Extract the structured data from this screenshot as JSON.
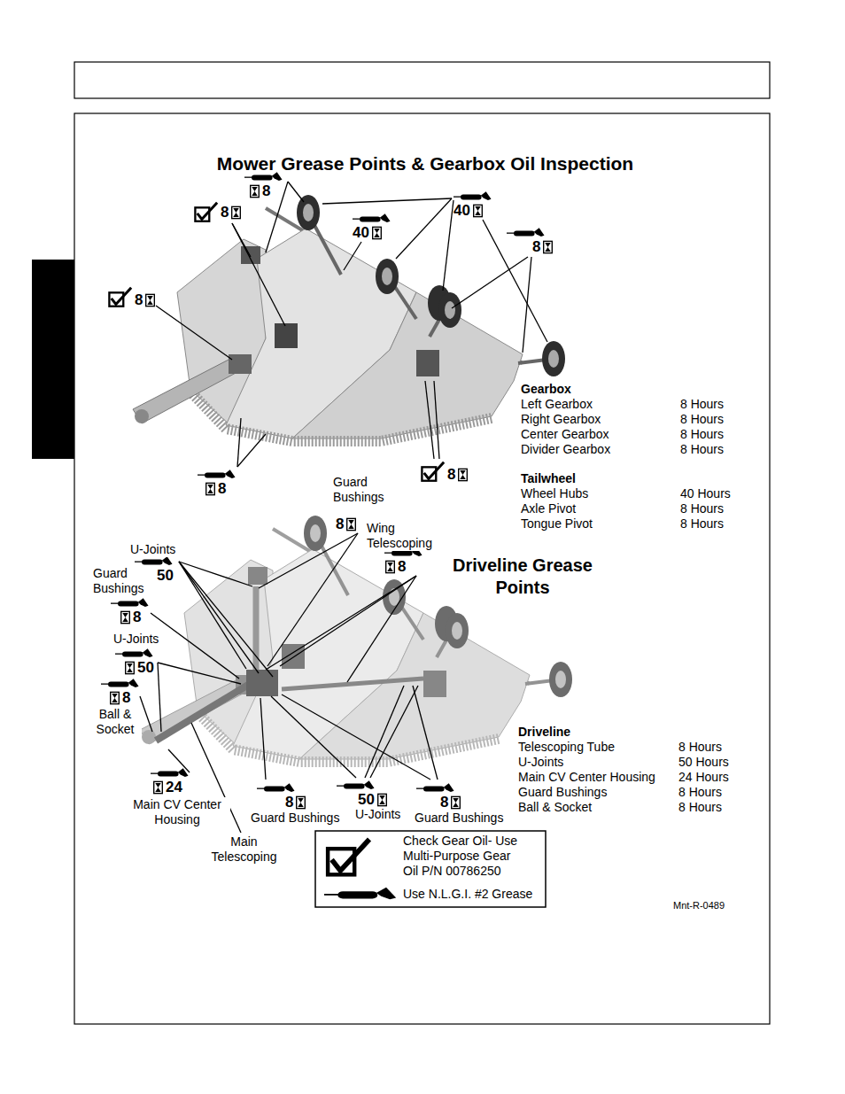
{
  "diagram": {
    "title": "Mower Grease Points & Gearbox Oil Inspection",
    "labels": [
      "8",
      "8",
      "40",
      "40",
      "8",
      "8",
      "8",
      "8",
      "Gearbox",
      "Left Gearbox",
      "8 Hours",
      "Right Gearbox",
      "8 Hours",
      "Center Gearbox",
      "8 Hours",
      "Divider Gearbox",
      "8 Hours",
      "Tailwheel",
      "Wheel Hubs",
      "40 Hours",
      "Axle Pivot",
      "8 Hours",
      "Tongue Pivot",
      "8 Hours",
      "Driveline Grease Points",
      "Guard Bushings",
      "8",
      "Wing Telescoping",
      "8",
      "U-Joints",
      "50",
      "Guard Bushings",
      "8",
      "U-Joints",
      "50",
      "8",
      "Ball & Socket",
      "24",
      "Main CV Center Housing",
      "Main Telescoping",
      "8",
      "Guard Bushings",
      "50",
      "U-Joints",
      "8",
      "Guard Bushings",
      "Driveline",
      "Telescoping Tube",
      "8 Hours",
      "U-Joints",
      "50 Hours",
      "Main CV Center Housing",
      "24 Hours",
      "Guard Bushings",
      "8 Hours",
      "Ball & Socket",
      "8 Hours",
      "Mnt-R-0489"
    ],
    "legend": [
      {
        "text": "Check Gear Oil- Use Multi-Purpose Gear Oil P/N 00786250"
      },
      {
        "text": "Use N.L.G.I. #2 Grease"
      }
    ]
  }
}
